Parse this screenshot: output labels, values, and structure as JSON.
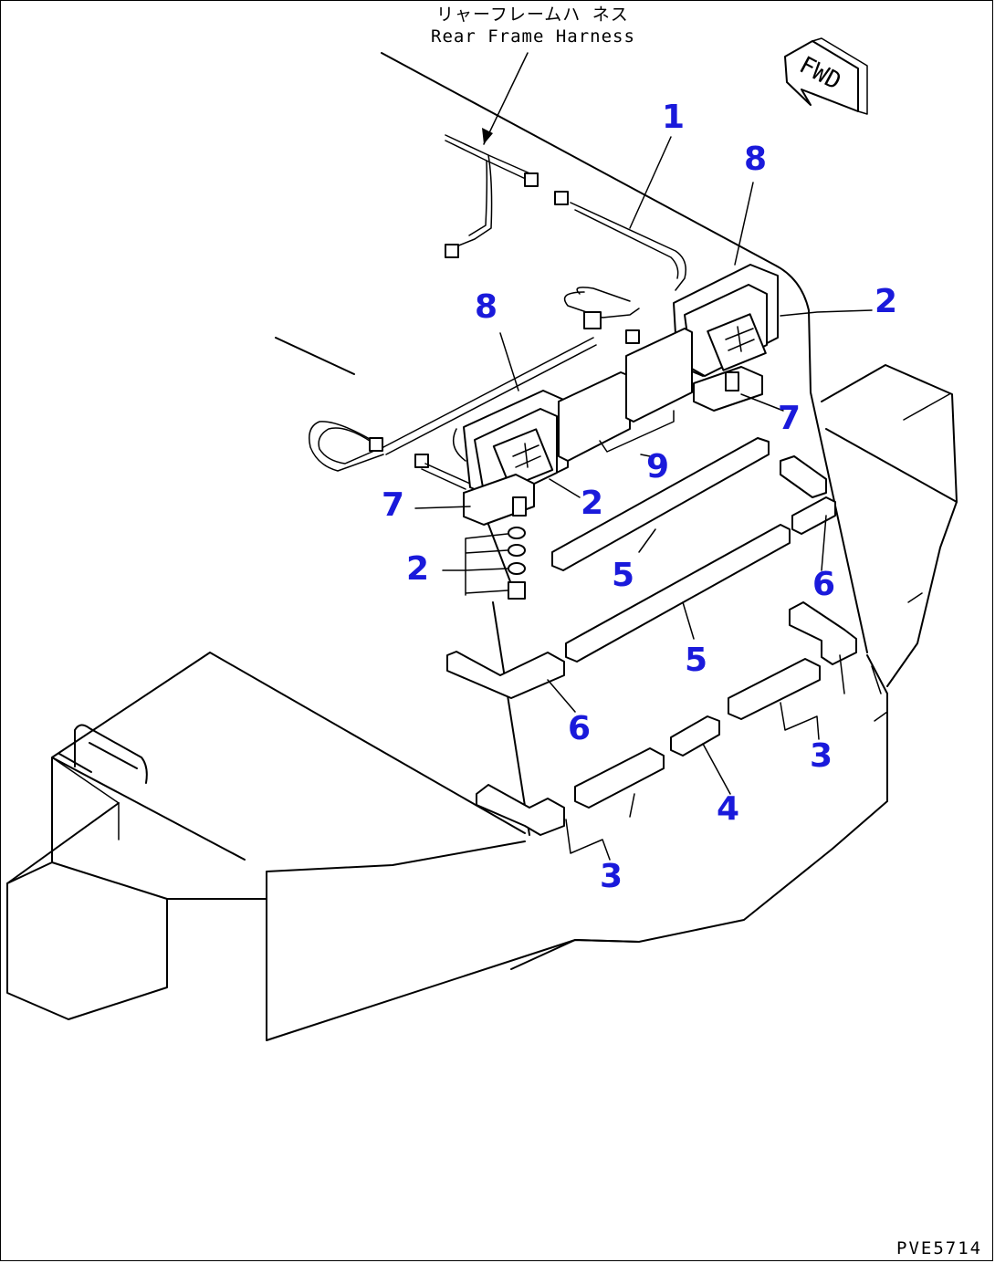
{
  "header": {
    "caption_jp": "リャーフレームハ ネス",
    "caption_en": "Rear Frame Harness"
  },
  "fwd_label": "FWD",
  "drawing_code": "PVE5714",
  "callouts": [
    {
      "id": "c1",
      "label": "1"
    },
    {
      "id": "c8a",
      "label": "8"
    },
    {
      "id": "c8b",
      "label": "8"
    },
    {
      "id": "c2a",
      "label": "2"
    },
    {
      "id": "c7a",
      "label": "7"
    },
    {
      "id": "c9",
      "label": "9"
    },
    {
      "id": "c2b",
      "label": "2"
    },
    {
      "id": "c7b",
      "label": "7"
    },
    {
      "id": "c2c",
      "label": "2"
    },
    {
      "id": "c5a",
      "label": "5"
    },
    {
      "id": "c6a",
      "label": "6"
    },
    {
      "id": "c5b",
      "label": "5"
    },
    {
      "id": "c6b",
      "label": "6"
    },
    {
      "id": "c3a",
      "label": "3"
    },
    {
      "id": "c4",
      "label": "4"
    },
    {
      "id": "c3b",
      "label": "3"
    }
  ],
  "colors": {
    "callout": "#1a1adb",
    "line": "#000000"
  }
}
